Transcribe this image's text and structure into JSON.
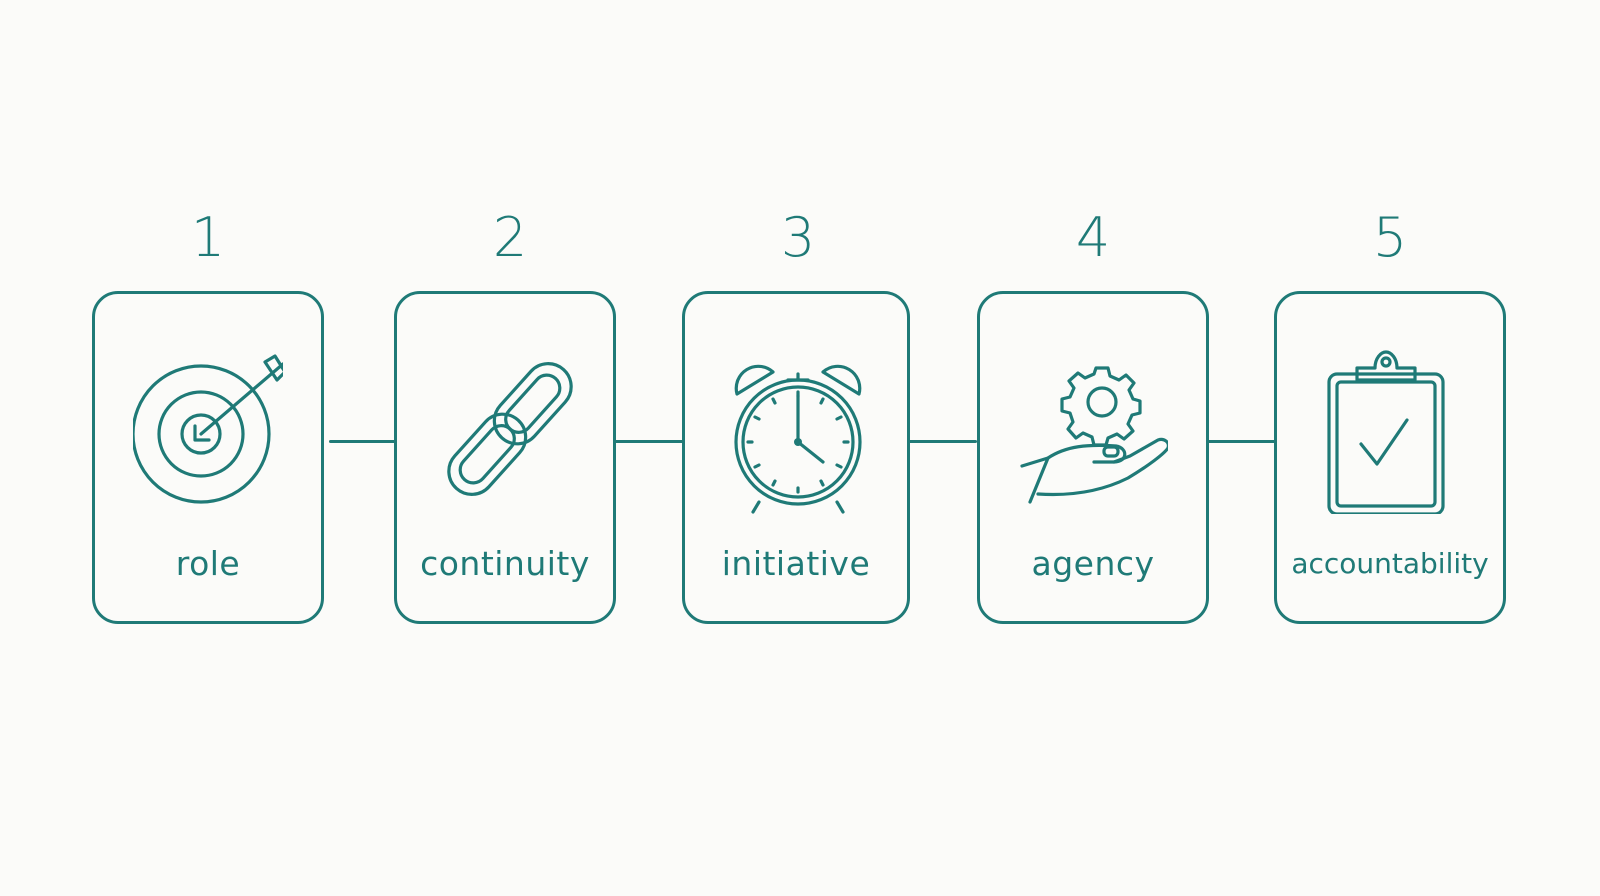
{
  "colors": {
    "accent": "#1f7a77",
    "background": "#fbfbf9"
  },
  "steps": [
    {
      "number": "1",
      "label": "role",
      "icon": "target-arrow-icon"
    },
    {
      "number": "2",
      "label": "continuity",
      "icon": "chain-link-icon"
    },
    {
      "number": "3",
      "label": "initiative",
      "icon": "alarm-clock-icon"
    },
    {
      "number": "4",
      "label": "agency",
      "icon": "hand-gear-icon"
    },
    {
      "number": "5",
      "label": "accountability",
      "icon": "clipboard-check-icon"
    }
  ]
}
